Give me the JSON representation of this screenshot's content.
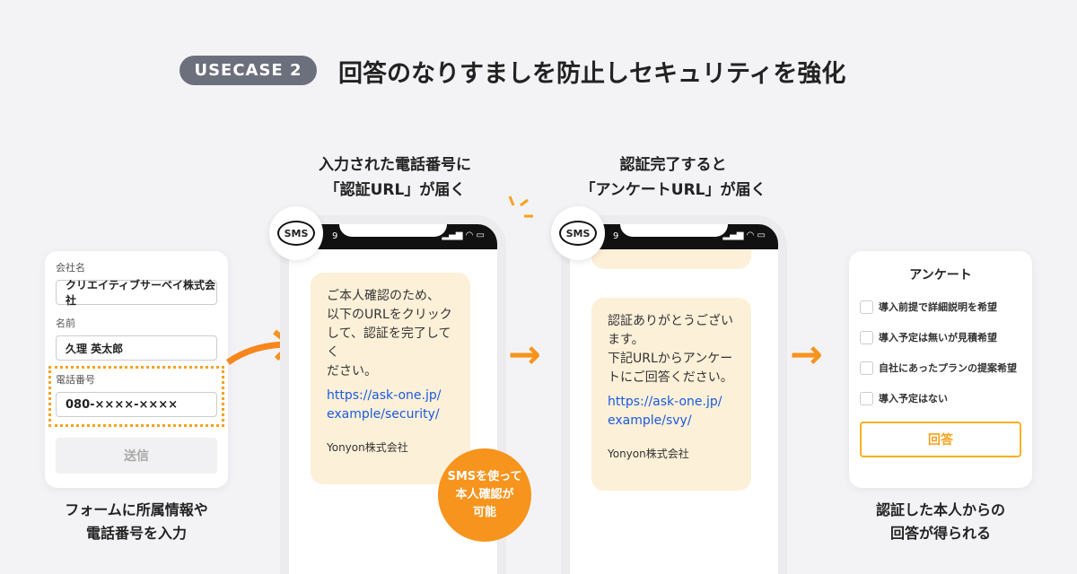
{
  "header": {
    "badge": "USECASE 2",
    "title": "回答のなりすましを防止しセキュリティを強化"
  },
  "colors": {
    "accent": "#f7941d",
    "badge_bg": "#6c6f7c",
    "bubble": "#fdf0d8",
    "link": "#1a5ae0"
  },
  "step1": {
    "form": {
      "company_label": "会社名",
      "company_value": "クリエイティブサーベイ株式会社",
      "name_label": "名前",
      "name_value": "久理 英太郎",
      "phone_label": "電話番号",
      "phone_value": "080-××××-××××",
      "submit": "送信"
    },
    "caption": [
      "フォームに所属情報や",
      "電話番号を入力"
    ]
  },
  "step2": {
    "caption": [
      "入力された電話番号に",
      "「認証URL」が届く"
    ],
    "sms_icon": "SMS",
    "status_time": "9",
    "message": [
      "ご本人確認のため、",
      "以下のURLをクリック",
      "して、認証を完了してく",
      "ださい。"
    ],
    "link": [
      "https://ask-one.jp/",
      "example/security/"
    ],
    "sender": "Yonyon株式会社",
    "callout": [
      "SMSを使って",
      "本人確認が",
      "可能"
    ]
  },
  "step3": {
    "caption": [
      "認証完了すると",
      "「アンケートURL」が届く"
    ],
    "sms_icon": "SMS",
    "status_time": "9",
    "message": [
      "認証ありがとうござい",
      "ます。",
      "下記URLからアンケー",
      "トにご回答ください。"
    ],
    "link": [
      "https://ask-one.jp/",
      "example/svy/"
    ],
    "sender": "Yonyon株式会社"
  },
  "step4": {
    "survey": {
      "title": "アンケート",
      "options": [
        "導入前提で詳細説明を希望",
        "導入予定は無いが見積希望",
        "自社にあったプランの提案希望",
        "導入予定はない"
      ],
      "submit": "回答"
    },
    "caption": [
      "認証した本人からの",
      "回答が得られる"
    ]
  }
}
